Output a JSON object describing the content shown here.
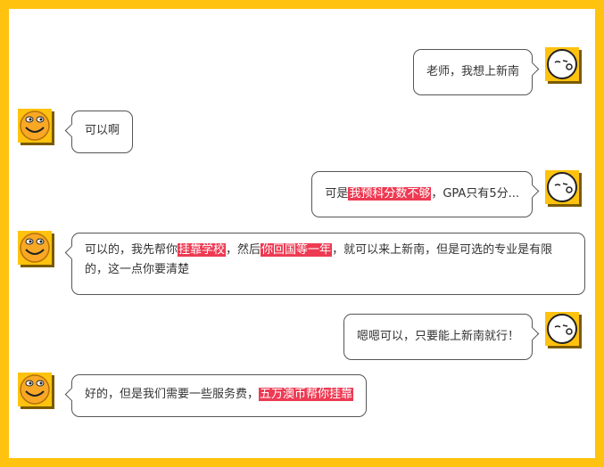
{
  "messages": [
    {
      "side": "right",
      "segments": [
        {
          "text": "老师，我想上新南",
          "hl": false
        }
      ]
    },
    {
      "side": "left",
      "segments": [
        {
          "text": "可以啊",
          "hl": false
        }
      ]
    },
    {
      "side": "right",
      "segments": [
        {
          "text": "可是",
          "hl": false
        },
        {
          "text": "我预科分数不够",
          "hl": true
        },
        {
          "text": "，GPA只有5分...",
          "hl": false
        }
      ]
    },
    {
      "side": "left",
      "segments": [
        {
          "text": "可以的，我先帮你",
          "hl": false
        },
        {
          "text": "挂靠学校",
          "hl": true
        },
        {
          "text": "，然后",
          "hl": false
        },
        {
          "text": "你回国等一年",
          "hl": true
        },
        {
          "text": "，就可以来上新南，但是可选的专业是有限的，这一点你要清楚",
          "hl": false
        }
      ]
    },
    {
      "side": "right",
      "segments": [
        {
          "text": "嗯嗯可以，只要能上新南就行！",
          "hl": false
        }
      ]
    },
    {
      "side": "left",
      "segments": [
        {
          "text": "好的，但是我们需要一些服务费，",
          "hl": false
        },
        {
          "text": "五万澳币帮你挂靠",
          "hl": true
        }
      ]
    }
  ],
  "colors": {
    "frame": "#FFC20E",
    "highlight": "#EE3A53",
    "avatar_shadow": "#7a5a00"
  },
  "avatars": {
    "teacher": "smiling-face-icon",
    "student": "whistling-face-icon"
  }
}
